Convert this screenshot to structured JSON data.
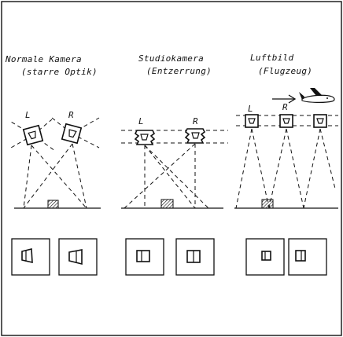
{
  "panels": [
    {
      "title_line1": "Normale Kamera",
      "title_line2": "(starre Optik)",
      "cam_left_label": "L",
      "cam_right_label": "R"
    },
    {
      "title_line1": "Studiokamera",
      "title_line2": "(Entzerrung)",
      "cam_left_label": "L",
      "cam_right_label": "R"
    },
    {
      "title_line1": "Luftbild",
      "title_line2": "(Flugzeug)",
      "cam_left_label": "L",
      "cam_right_label": "R"
    }
  ],
  "icons": {
    "plane": "airplane-icon",
    "arrow": "arrow-right-icon",
    "camera": "camera-icon",
    "object": "hatched-object-icon",
    "photo": "photo-frame-icon"
  },
  "colors": {
    "ink": "#111111",
    "paper": "#ffffff"
  }
}
